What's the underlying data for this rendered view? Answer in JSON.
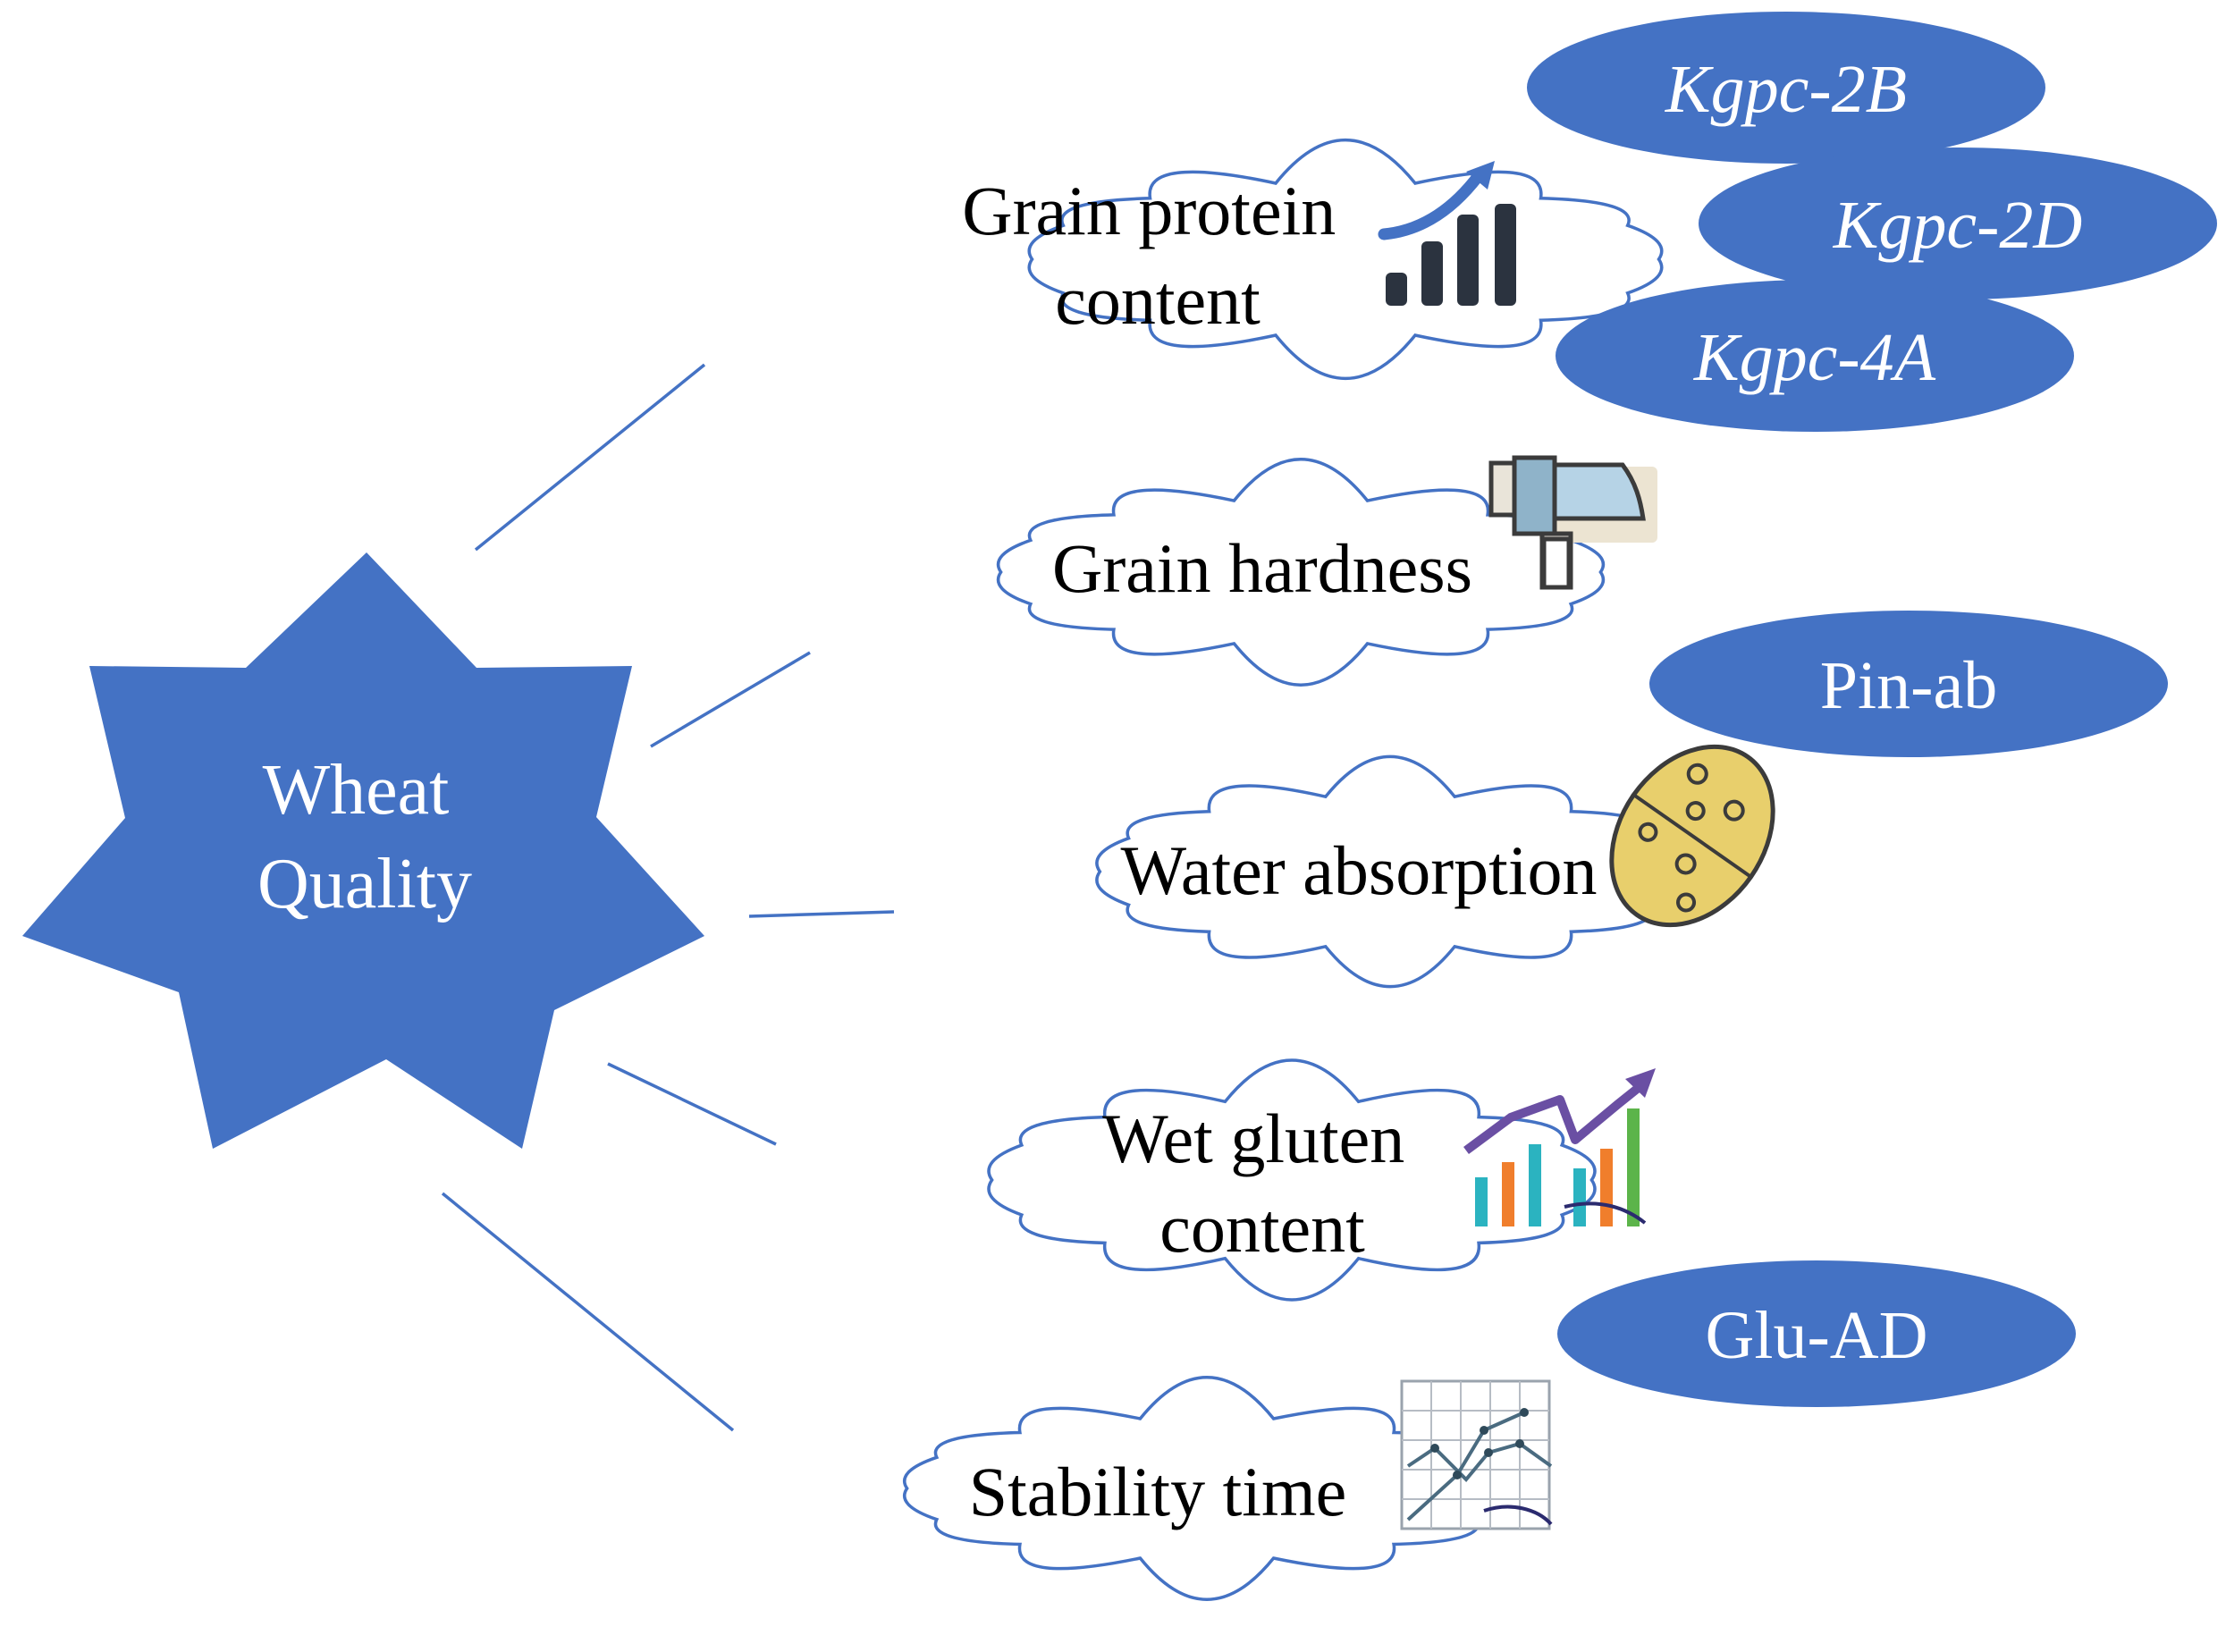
{
  "center": {
    "lines": [
      "Wheat",
      "Quality"
    ],
    "color": "#4472c4"
  },
  "traits": [
    {
      "id": "grain-protein-content",
      "lines": [
        "Grain protein",
        "content"
      ],
      "icon": "bar-chart-rising-icon"
    },
    {
      "id": "grain-hardness",
      "lines": [
        "Grain hardness"
      ],
      "icon": "hammer-icon"
    },
    {
      "id": "water-absorption",
      "lines": [
        "Water absorption"
      ],
      "icon": "sponge-icon"
    },
    {
      "id": "wet-gluten-content",
      "lines": [
        "Wet gluten",
        "content"
      ],
      "icon": "colored-bar-chart-trend-icon"
    },
    {
      "id": "stability-time",
      "lines": [
        "Stability time"
      ],
      "icon": "line-graph-grid-icon"
    }
  ],
  "genes": [
    {
      "id": "kgpc-2b",
      "label": "Kgpc-2B",
      "italic": true
    },
    {
      "id": "kgpc-2d",
      "label": "Kgpc-2D",
      "italic": true
    },
    {
      "id": "kgpc-4a",
      "label": "Kgpc-4A",
      "italic": true
    },
    {
      "id": "pin-ab",
      "label": "Pin-ab",
      "italic": false
    },
    {
      "id": "glu-ad",
      "label": "Glu-AD",
      "italic": false
    }
  ],
  "colors": {
    "accent": "#4472c4",
    "outline": "#4472c4",
    "text": "#000000",
    "gene_text": "#ffffff"
  }
}
